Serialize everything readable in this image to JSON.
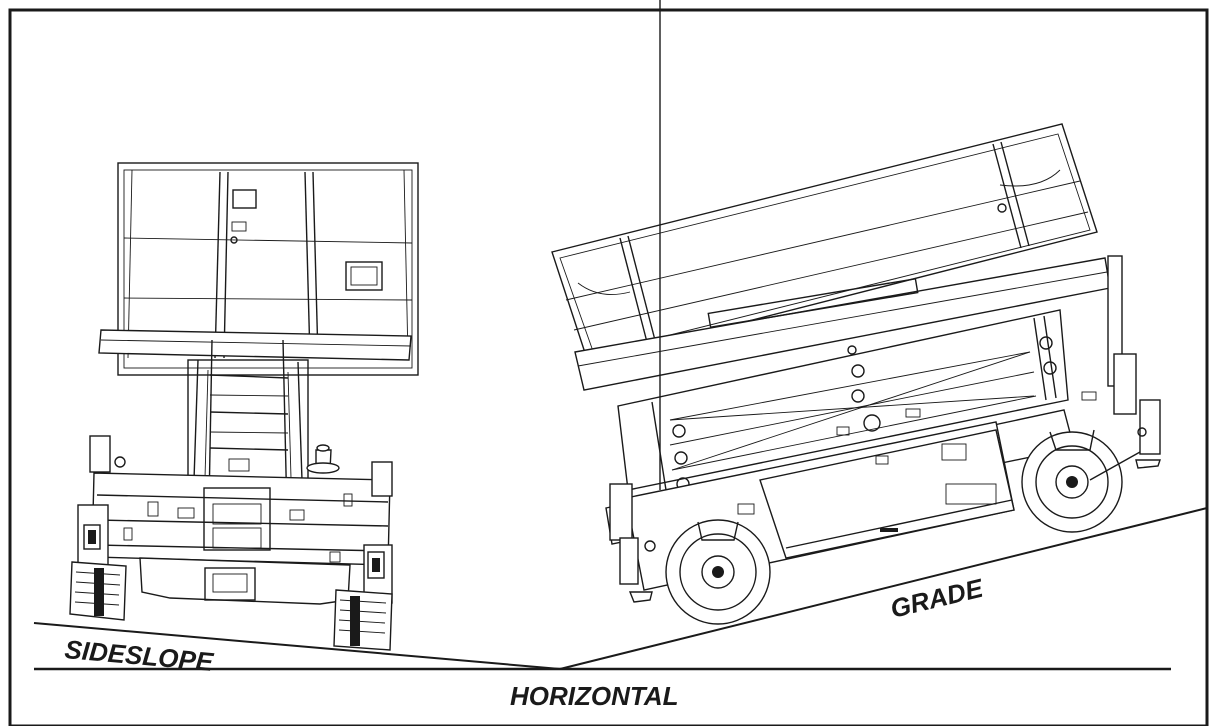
{
  "labels": {
    "sideslope": "SIDESLOPE",
    "grade": "GRADE",
    "horizontal": "HORIZONTAL"
  },
  "colors": {
    "line": "#1a1a1a",
    "background": "#ffffff"
  }
}
